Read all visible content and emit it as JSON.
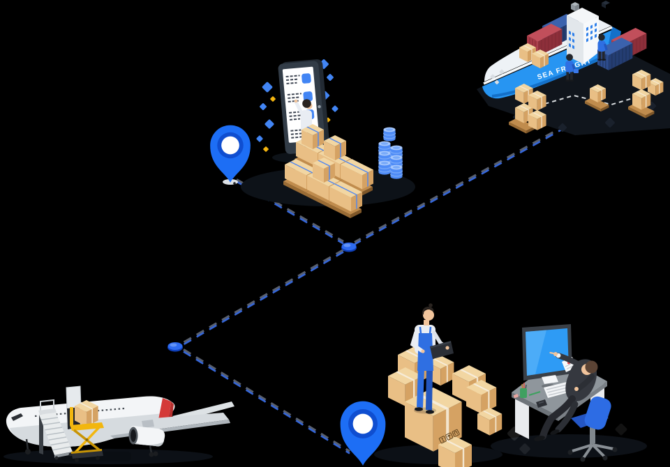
{
  "meta": {
    "background": "#000000",
    "description": "Isometric logistics network illustration with dashed routes"
  },
  "ship": {
    "label": "SEA FREIGHT"
  },
  "scenes": [
    {
      "id": "sea-freight-dock",
      "icons": [
        "cargo-ship-icon",
        "shipping-container-icon",
        "cargo-box-icon",
        "dock-worker-icon",
        "dashed-path-icon"
      ]
    },
    {
      "id": "inventory-tablet",
      "icons": [
        "checklist-tablet-icon",
        "worker-icon",
        "pallet-boxes-icon",
        "barrel-icon",
        "diamond-decor-icon"
      ]
    },
    {
      "id": "air-freight",
      "icons": [
        "cargo-airplane-icon",
        "scissor-lift-icon",
        "boarding-stairs-icon",
        "cargo-box-icon"
      ]
    },
    {
      "id": "warehouse-picking",
      "icons": [
        "warehouse-worker-icon",
        "clipboard-icon",
        "cargo-box-icon"
      ]
    },
    {
      "id": "logistics-office",
      "icons": [
        "monitor-icon",
        "keyboard-icon",
        "calendar-icon",
        "smartphone-icon",
        "pen-cup-icon",
        "office-chair-icon",
        "manager-icon"
      ]
    }
  ],
  "connectors": {
    "pins": 2,
    "nodes": 2,
    "style": "dashed-route"
  },
  "box_markings": [
    "fragile-icon",
    "umbrella-icon",
    "this-way-up-icon"
  ],
  "palette": {
    "bg": "#000000",
    "white": "#ffffff",
    "pin-blue": "#1d6ef5",
    "pin-ring": "#0f4ed0",
    "node-blue": "#2e6bf0",
    "dash-dark": "#59606e",
    "dash-blue": "#3566d8",
    "hull-blue": "#2795f2",
    "deck-white": "#eef2f6",
    "container-red": "#a83b47",
    "container-navy": "#2e4d8e",
    "box-tan": "#e9bf85",
    "strap-blue": "#4f86f0",
    "barrel-blue": "#4f8cf7",
    "tablet-body": "#323c47",
    "btn-blue": "#4285f4",
    "dia-blue": "#4285f4",
    "dia-yellow": "#f5b50f",
    "worker-blue": "#2f6fe2",
    "suit": "#35383f",
    "chair-blue": "#2d6ce4",
    "desk-top": "#8f969c",
    "screen-blue": "#2e9bf5",
    "plane-white": "#f3f5f7",
    "tail-red": "#d43a38",
    "loader-yellow": "#f2b60e",
    "skin": "#f1c49c"
  }
}
